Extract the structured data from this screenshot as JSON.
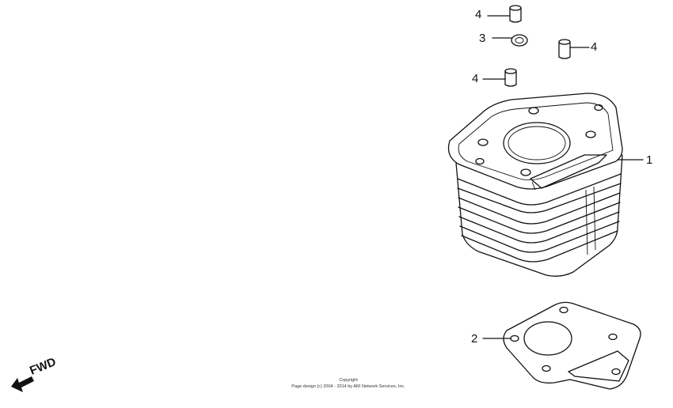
{
  "callouts": {
    "cylinder": "1",
    "gasket": "2",
    "o_ring": "3",
    "dowel_top": "4",
    "dowel_right": "4",
    "dowel_left": "4"
  },
  "direction": {
    "label": "FWD"
  },
  "footer": {
    "copyright": "Copyright",
    "notice": "Page design (c) 2004 - 2014 by ARI Network Services, Inc."
  }
}
